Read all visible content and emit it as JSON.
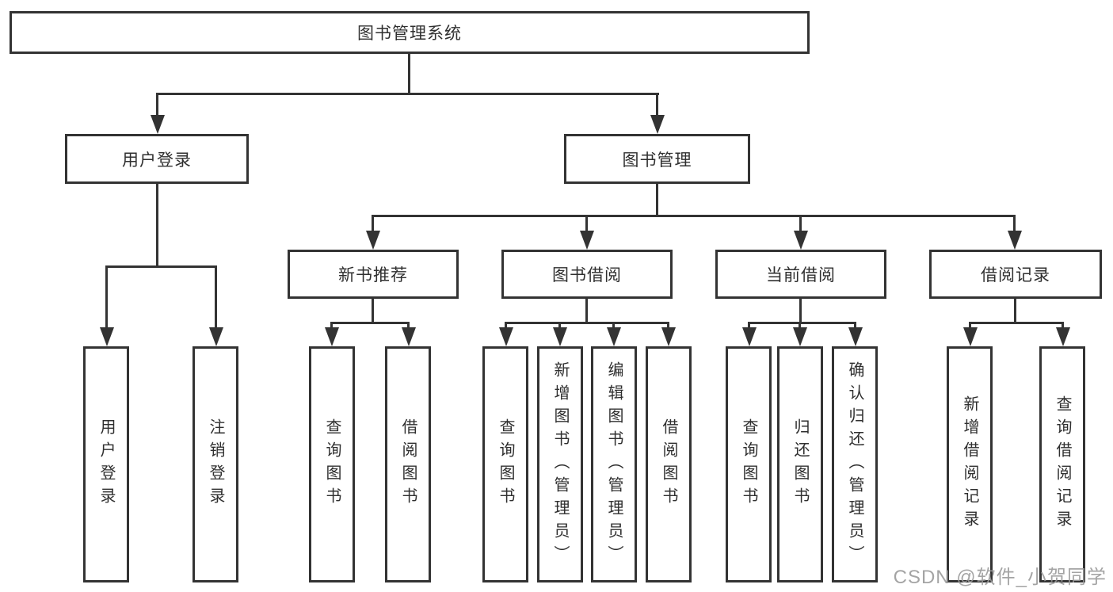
{
  "title": "图书管理系统",
  "colors": {
    "line": "#333333",
    "text": "#2f2f2f",
    "watermark": "#9b9b9b",
    "background": "#ffffff"
  },
  "tree": {
    "root": {
      "label": "图书管理系统"
    },
    "branches": [
      {
        "label": "用户登录",
        "children": [
          {
            "label": "用户登录"
          },
          {
            "label": "注销登录"
          }
        ]
      },
      {
        "label": "图书管理",
        "children": [
          {
            "label": "新书推荐",
            "children": [
              {
                "label": "查询图书"
              },
              {
                "label": "借阅图书"
              }
            ]
          },
          {
            "label": "图书借阅",
            "children": [
              {
                "label": "查询图书"
              },
              {
                "label": "新增图书（管理员）"
              },
              {
                "label": "编辑图书（管理员）"
              },
              {
                "label": "借阅图书"
              }
            ]
          },
          {
            "label": "当前借阅",
            "children": [
              {
                "label": "查询图书"
              },
              {
                "label": "归还图书"
              },
              {
                "label": "确认归还（管理员）"
              }
            ]
          },
          {
            "label": "借阅记录",
            "children": [
              {
                "label": "新增借阅记录"
              },
              {
                "label": "查询借阅记录"
              }
            ]
          }
        ]
      }
    ]
  },
  "watermark": {
    "text": "CSDN @软件_小贺同学"
  }
}
